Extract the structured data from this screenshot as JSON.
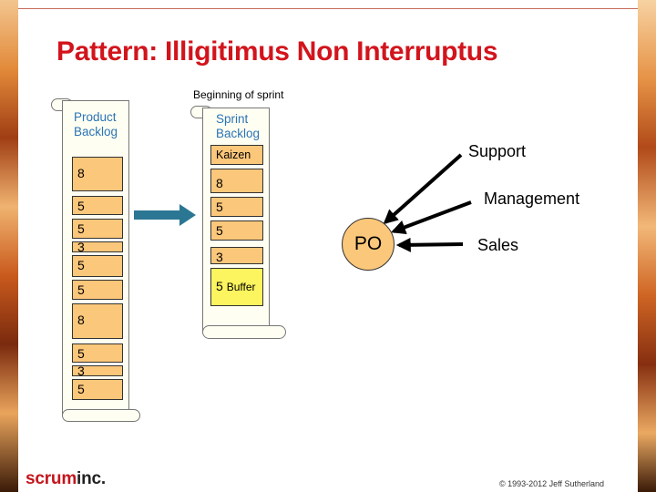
{
  "title": "Pattern: Illigitimus Non Interruptus",
  "product_backlog": {
    "title_line1": "Product",
    "title_line2": "Backlog",
    "items": [
      "8",
      "5",
      "5",
      "3",
      "5",
      "5",
      "8",
      "5",
      "3",
      "5"
    ]
  },
  "sprint_caption": "Beginning of sprint",
  "sprint_backlog": {
    "title_line1": "Sprint",
    "title_line2": "Backlog",
    "kaizen": "Kaizen",
    "items": [
      "8",
      "5",
      "5",
      "3"
    ],
    "buffer_points": "5",
    "buffer_label": "Buffer"
  },
  "po_label": "PO",
  "sources": [
    "Support",
    "Management",
    "Sales"
  ],
  "logo_part1": "scrum",
  "logo_part2": "inc.",
  "copyright": "© 1993-2012 Jeff Sutherland",
  "colors": {
    "title": "#d2141c",
    "card": "#fbc77a",
    "buffer": "#fcf55f",
    "scroll_title": "#2a74b6",
    "arrow": "#2b7793"
  }
}
